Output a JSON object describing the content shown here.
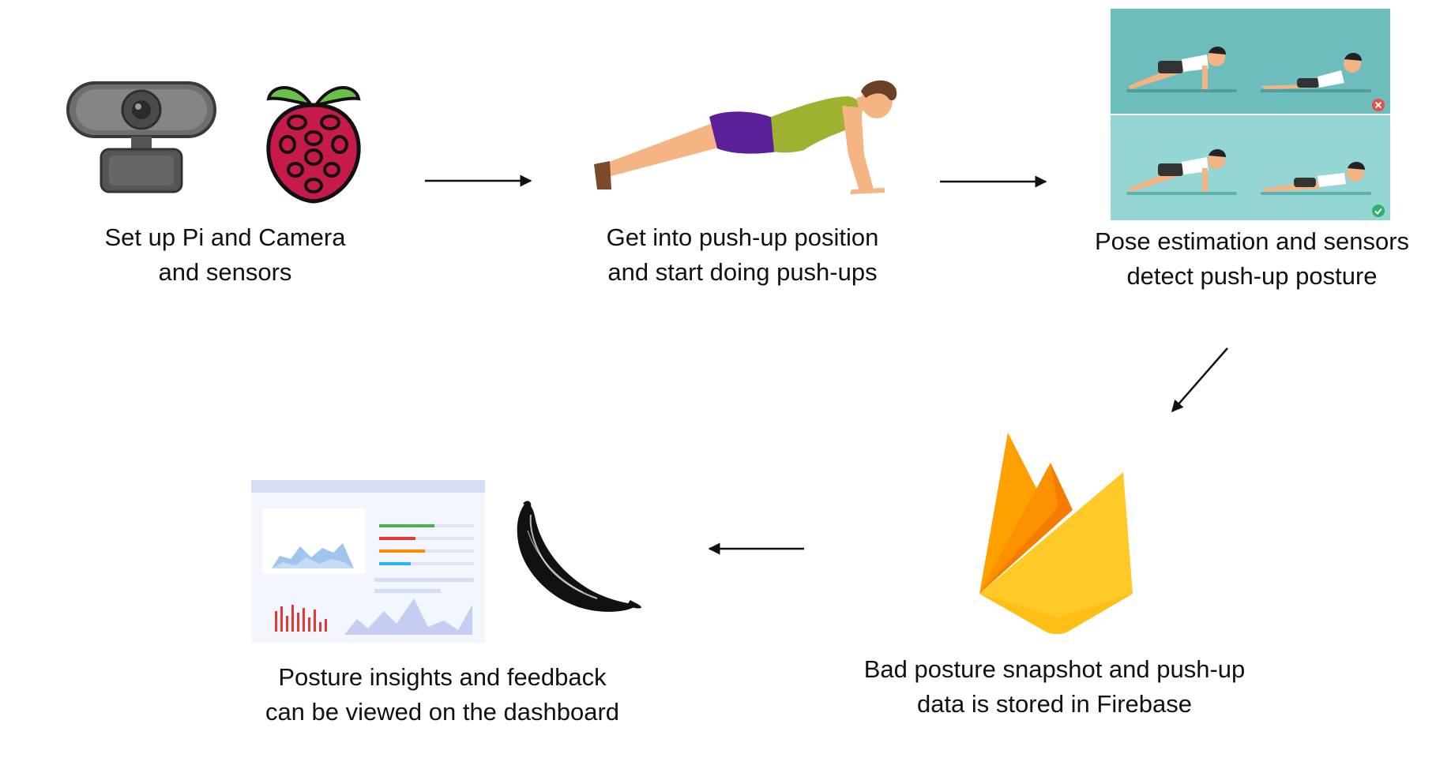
{
  "steps": [
    {
      "icons": [
        "webcam-icon",
        "raspberry-pi-icon"
      ],
      "caption": [
        "Set up Pi and Camera",
        "and sensors"
      ]
    },
    {
      "icons": [
        "push-up-person-icon"
      ],
      "caption": [
        "Get into push-up position",
        "and start doing push-ups"
      ]
    },
    {
      "icons": [
        "push-up-posture-comparison-image",
        "cross-mark-icon",
        "check-mark-icon"
      ],
      "caption": [
        "Pose estimation and sensors",
        "detect push-up posture"
      ]
    },
    {
      "icons": [
        "firebase-icon"
      ],
      "caption": [
        "Bad posture snapshot and push-up",
        "data is stored in Firebase"
      ]
    },
    {
      "icons": [
        "dashboard-icon",
        "flask-icon"
      ],
      "caption": [
        "Posture insights and feedback",
        "can be viewed on the dashboard"
      ]
    }
  ],
  "connectors": [
    "right-arrow",
    "right-arrow",
    "down-left-arrow",
    "left-arrow"
  ],
  "colors": {
    "arrow": "#111111",
    "firebase_yellow": "#FFCA28",
    "firebase_orange": "#F57C00",
    "raspberry_red": "#C51A4A",
    "leaf_green": "#6CC04A",
    "teal_panel": "#6DBDBD"
  }
}
